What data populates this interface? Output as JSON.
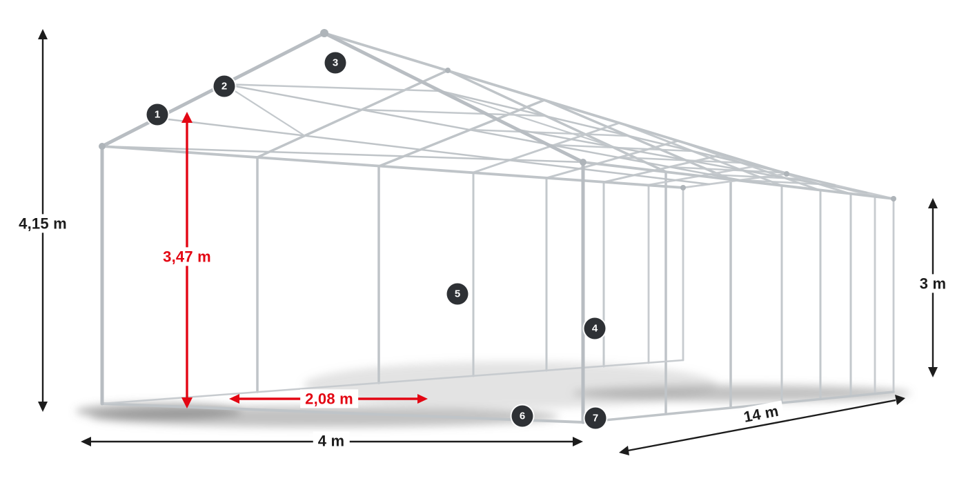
{
  "illustration": {
    "subject": "party-tent-steel-frame-wireframe",
    "frame_color": "#bfc4c8",
    "accent_red": "#e30613",
    "dimension_color": "#1c1c1c",
    "badge_bg": "#2e3135",
    "badge_fg": "#ffffff"
  },
  "dimensions": {
    "total_height": {
      "label": "4,15 m"
    },
    "clearance_height": {
      "label": "3,47 m"
    },
    "side_height": {
      "label": "3 m"
    },
    "post_spacing": {
      "label": "2,08 m"
    },
    "width": {
      "label": "4 m"
    },
    "length": {
      "label": "14 m"
    }
  },
  "markers": [
    {
      "label": "1"
    },
    {
      "label": "2"
    },
    {
      "label": "3"
    },
    {
      "label": "4"
    },
    {
      "label": "5"
    },
    {
      "label": "6"
    },
    {
      "label": "7"
    }
  ]
}
